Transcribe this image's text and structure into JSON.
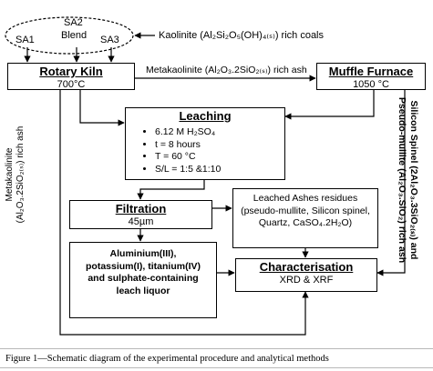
{
  "coal_group": {
    "sa1": "SA1",
    "sa2": "SA2",
    "blend": "Blend",
    "sa3": "SA3",
    "label": "Kaolinite (Al₂Si₂O₅(OH)₄₍ₛ₎) rich coals"
  },
  "rotary_kiln": {
    "title": "Rotary Kiln",
    "temp": "700°C"
  },
  "metakaolinite_arrow": "Metakaolinite (Al₂O₃.2SiO₂₍ₛ₎) rich ash",
  "muffle_furnace": {
    "title": "Muffle Furnace",
    "temp": "1050 °C"
  },
  "leaching": {
    "title": "Leaching",
    "conditions": [
      "6.12 M H₂SO₄",
      "t = 8 hours",
      "T = 60 °C",
      "S/L = 1:5 &1:10"
    ]
  },
  "left_vertical": {
    "line1": "Metakaolinite",
    "line2": "(Al₂O₃.2SiO₂₍ₛ₎) rich ash"
  },
  "right_vertical": {
    "line1": "Silicon Spinel (2Al₂O₃.3SiO₂₍ₛ₎) and",
    "line2": "Pseudo-mullite (Al₂O₃.SiO₂) rich ash"
  },
  "filtration": {
    "title": "Filtration",
    "size": "45µm"
  },
  "residues": {
    "text": "Leached Ashes residues (pseudo-mullite, Silicon spinel, Quartz, CaSO₄.2H₂O)"
  },
  "liquor": {
    "text": "Aluminium(III), potassium(I), titanium(IV) and sulphate-containing leach liquor"
  },
  "characterisation": {
    "title": "Characterisation",
    "methods": "XRD & XRF"
  },
  "caption": "Figure 1—Schematic diagram of the experimental procedure and analytical methods"
}
